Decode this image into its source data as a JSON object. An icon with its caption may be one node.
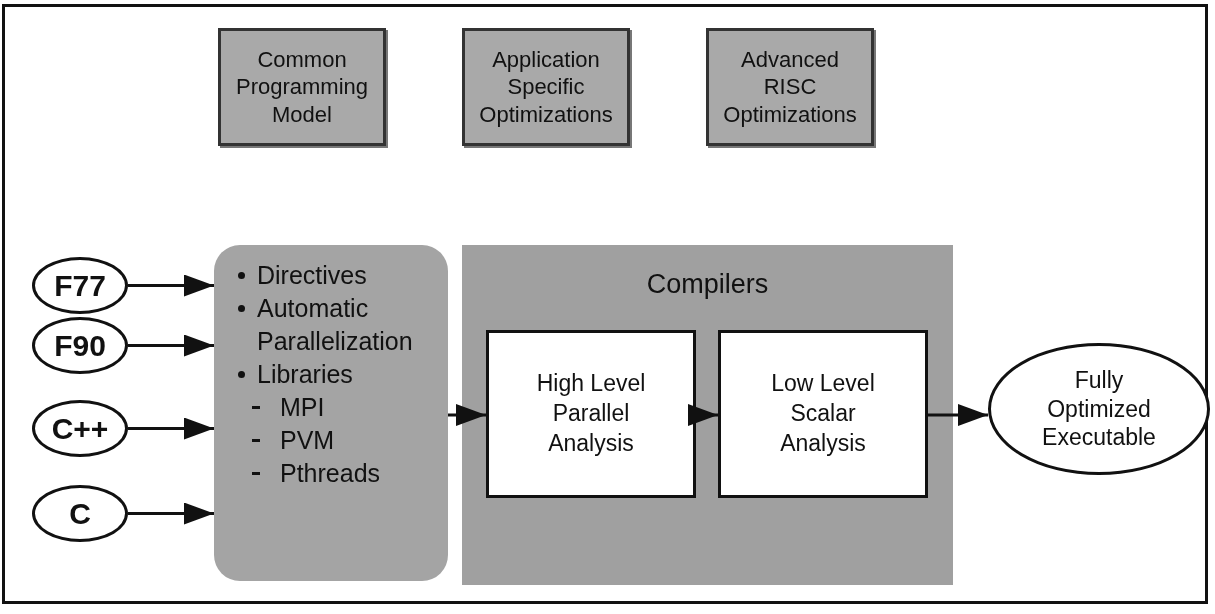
{
  "diagram": {
    "nodes": [
      {
        "text": [
          "Common Programming Model"
        ]
      },
      {
        "text": [
          "Application Specific Optimizations"
        ]
      },
      {
        "text": [
          "Advanced RISC Optimizations"
        ]
      },
      {
        "text": [
          "F77"
        ]
      },
      {
        "text": [
          "F90"
        ]
      },
      {
        "text": [
          "C++"
        ]
      },
      {
        "text": [
          "C"
        ]
      },
      {
        "text": [
          "Directives",
          "Automatic Parallelization",
          "Libraries",
          "MPI",
          "PVM",
          "Pthreads"
        ]
      },
      {
        "text": [
          "Compilers"
        ]
      },
      {
        "text": [
          "High Level Parallel Analysis"
        ],
        "in": 8
      },
      {
        "text": [
          "Low Level Scalar Analysis"
        ],
        "in": 8
      },
      {
        "text": [
          "Fully Optimized Executable"
        ]
      }
    ],
    "edges": [
      {
        "from": 3,
        "to": 7,
        "arrow": "to"
      },
      {
        "from": 4,
        "to": 7,
        "arrow": "to"
      },
      {
        "from": 5,
        "to": 7,
        "arrow": "to"
      },
      {
        "from": 6,
        "to": 7,
        "arrow": "to"
      },
      {
        "from": 7,
        "to": 9,
        "arrow": "to"
      },
      {
        "from": 9,
        "to": 10,
        "arrow": "to"
      },
      {
        "from": 10,
        "to": 11,
        "arrow": "to"
      }
    ]
  }
}
